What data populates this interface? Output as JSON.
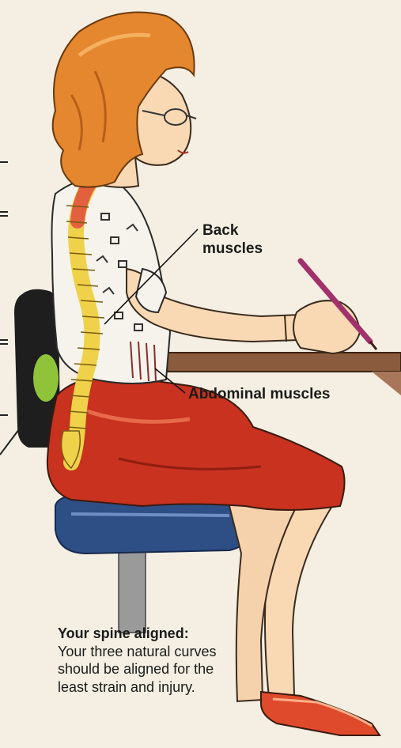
{
  "labels": {
    "back_muscles": "Back\nmuscles",
    "abdominal_muscles": "Abdominal muscles"
  },
  "caption": {
    "title": "Your spine aligned:",
    "body": "Your three natural curves should be aligned for the least strain and injury."
  },
  "colors": {
    "background": "#f4efe2",
    "hair": "#e4872e",
    "skin": "#f8d9b4",
    "skirt": "#c8321f",
    "blouse": "#f5f3ec",
    "spine": "#efd24a",
    "spine_upper": "#e2603e",
    "seat": "#2e4f86",
    "chair_back": "#1e1e1e",
    "lumbar_pad": "#8fc43a",
    "desk": "#8a5b3c",
    "pencil": "#a2306a",
    "shoe": "#e04a2c"
  }
}
